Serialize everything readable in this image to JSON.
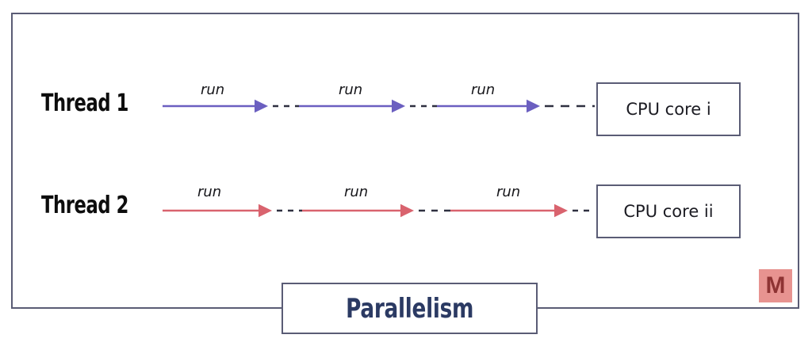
{
  "diagram": {
    "title": "Parallelism",
    "frame": {
      "name": "outer-frame"
    },
    "threads": [
      {
        "label": "Thread 1",
        "color": "#6b5fc0",
        "target": "CPU core i",
        "segments": [
          {
            "label": "run"
          },
          {
            "label": "run"
          },
          {
            "label": "run"
          }
        ],
        "gap_style": "dash-dot",
        "tail_style": "dashed"
      },
      {
        "label": "Thread 2",
        "color": "#d9636e",
        "target": "CPU core ii",
        "segments": [
          {
            "label": "run"
          },
          {
            "label": "run"
          },
          {
            "label": "run"
          }
        ],
        "gap_style": "dash-dot",
        "tail_style": "dashed"
      }
    ],
    "cores": [
      {
        "label": "CPU core i"
      },
      {
        "label": "CPU core ii"
      }
    ],
    "caption": "Parallelism",
    "watermark": "M",
    "colors": {
      "border": "#5a5c75",
      "thread1": "#6b5fc0",
      "thread2": "#d9636e",
      "caption_text": "#2b3a63",
      "watermark_bg": "#e79390",
      "watermark_fg": "#8e3333",
      "background": "#ffffff"
    }
  }
}
